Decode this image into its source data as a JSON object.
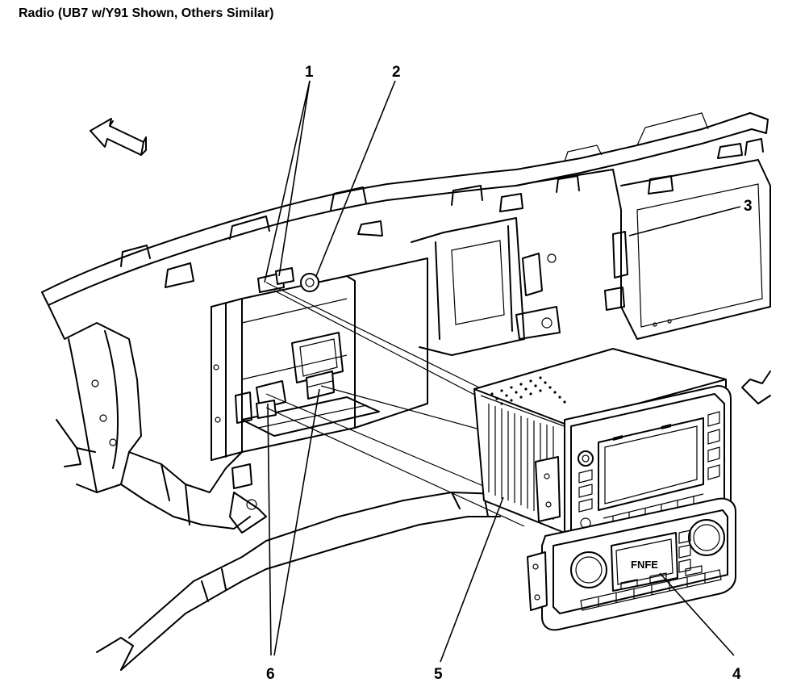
{
  "title": "Radio (UB7 w/Y91 Shown, Others Similar)",
  "callouts": [
    "1",
    "2",
    "3",
    "4",
    "5",
    "6"
  ],
  "hud_text": "FNFE",
  "icons": [
    "direction-arrow-icon"
  ]
}
